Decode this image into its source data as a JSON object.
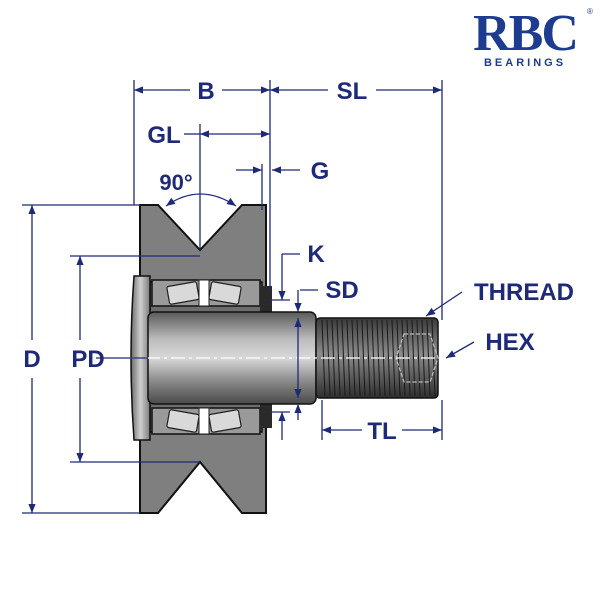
{
  "logo": {
    "letters": "RBC",
    "subtitle": "BEARINGS",
    "registered": "®"
  },
  "labels": {
    "b": "B",
    "sl": "SL",
    "gl": "GL",
    "g": "G",
    "angle": "90°",
    "k": "K",
    "sd": "SD",
    "thread": "THREAD",
    "hex": "HEX",
    "d": "D",
    "pd": "PD",
    "tl": "TL"
  },
  "colors": {
    "dimension": "#1e2a78",
    "logo": "#1d3b8f",
    "body": "#7f7f7f",
    "outline": "#111111"
  }
}
